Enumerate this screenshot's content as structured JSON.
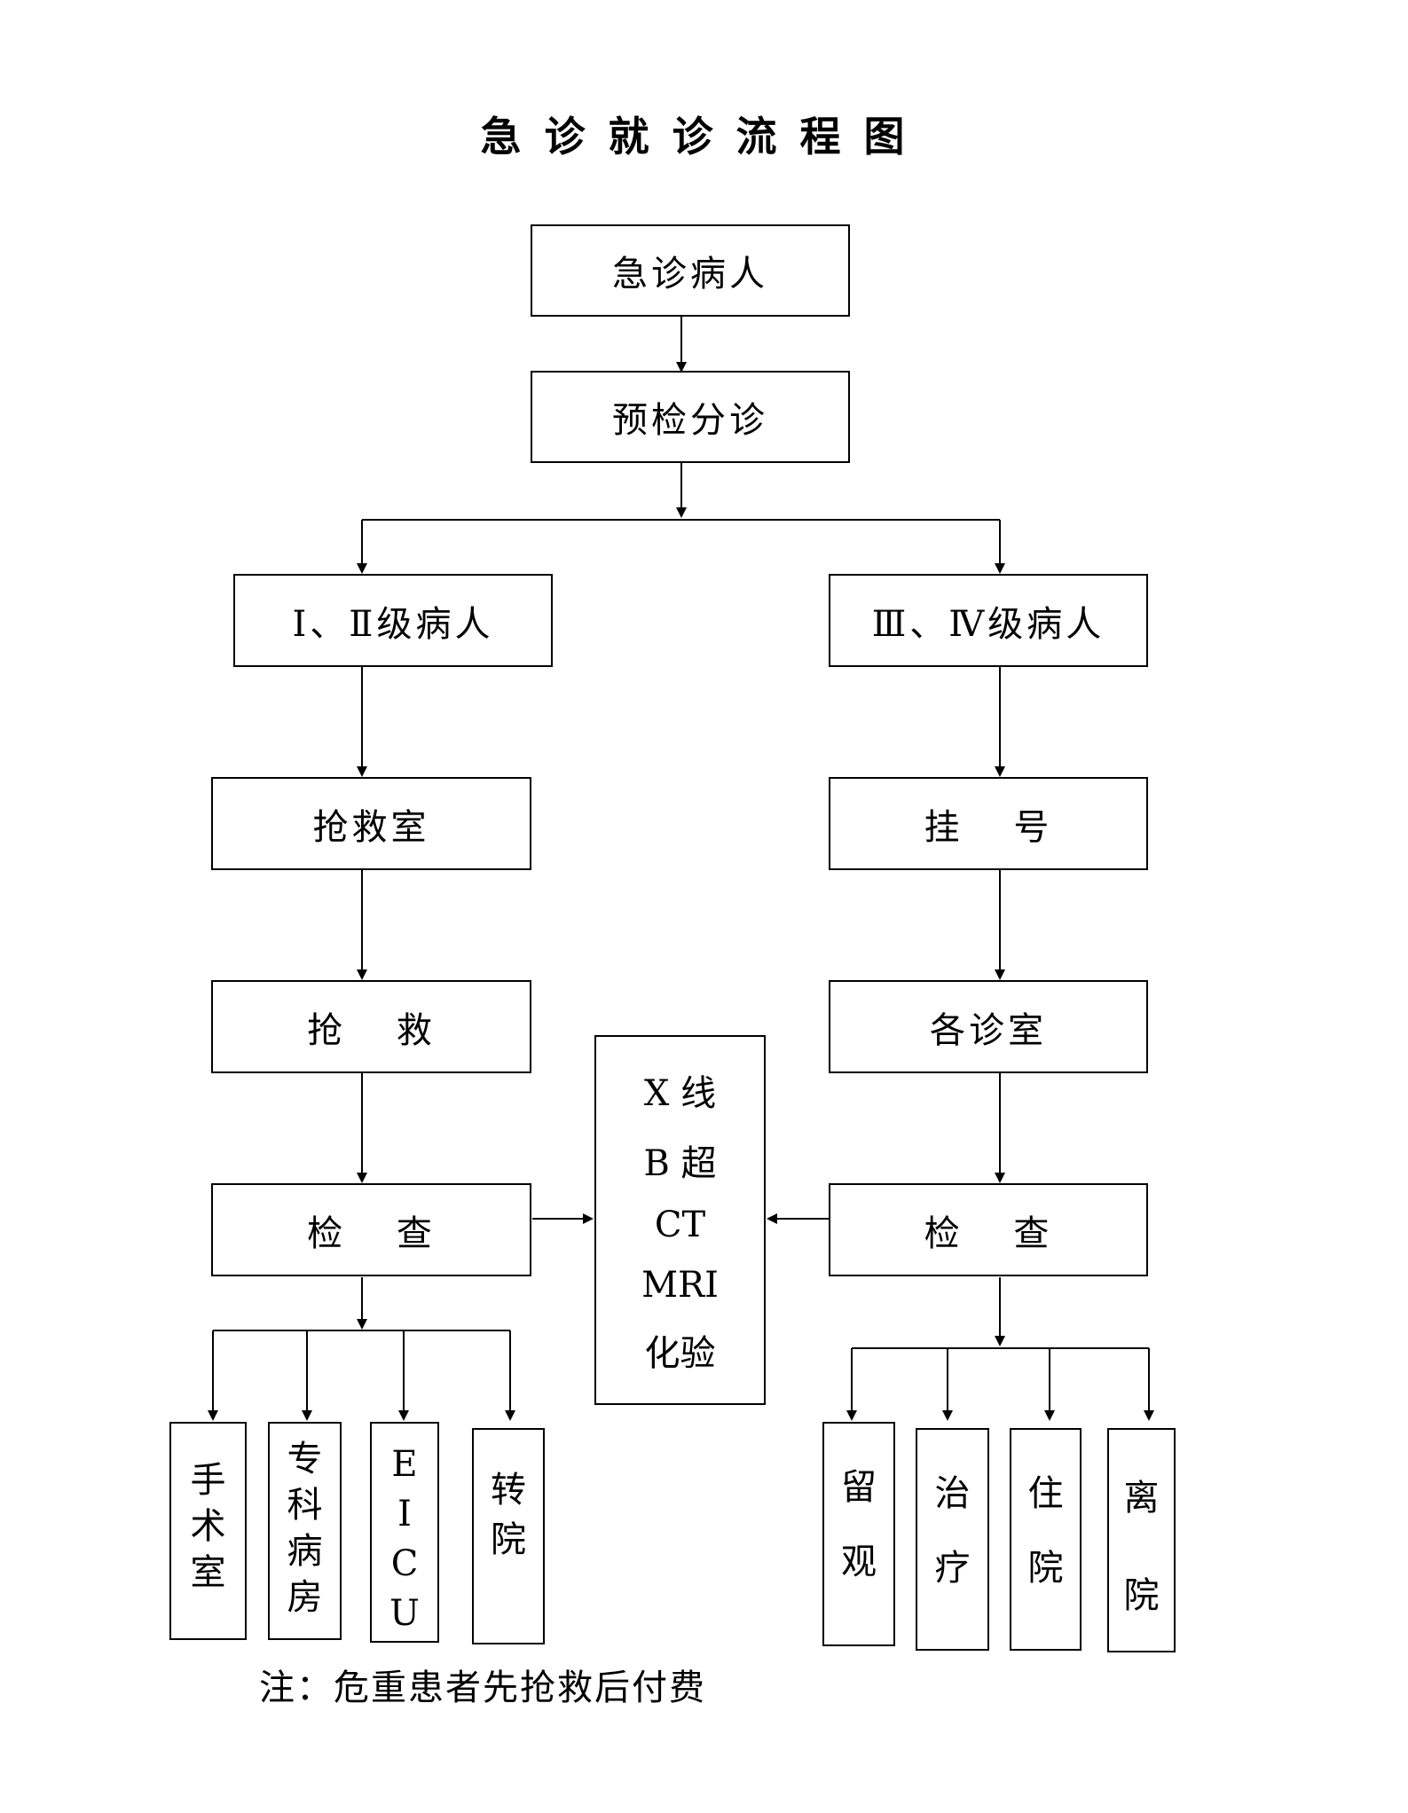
{
  "title": "急诊就诊流程图",
  "nodes": {
    "emergency_patient": "急诊病人",
    "triage": "预检分诊",
    "level_1_2": "Ⅰ、Ⅱ级病人",
    "level_3_4": "Ⅲ、Ⅳ级病人",
    "rescue_room": "抢救室",
    "registration": "挂 号",
    "rescue": "抢 救",
    "clinics": "各诊室",
    "exam_left": "检 查",
    "exam_right": "检 查",
    "tests": [
      "X 线",
      "B 超",
      "CT",
      "MRI",
      "化验"
    ],
    "outcomes_left": [
      "手术室",
      "专科病房",
      "EICU",
      "转院"
    ],
    "outcomes_right": [
      "留观",
      "治疗",
      "住院",
      "离院"
    ]
  },
  "note": "注：危重患者先抢救后付费"
}
